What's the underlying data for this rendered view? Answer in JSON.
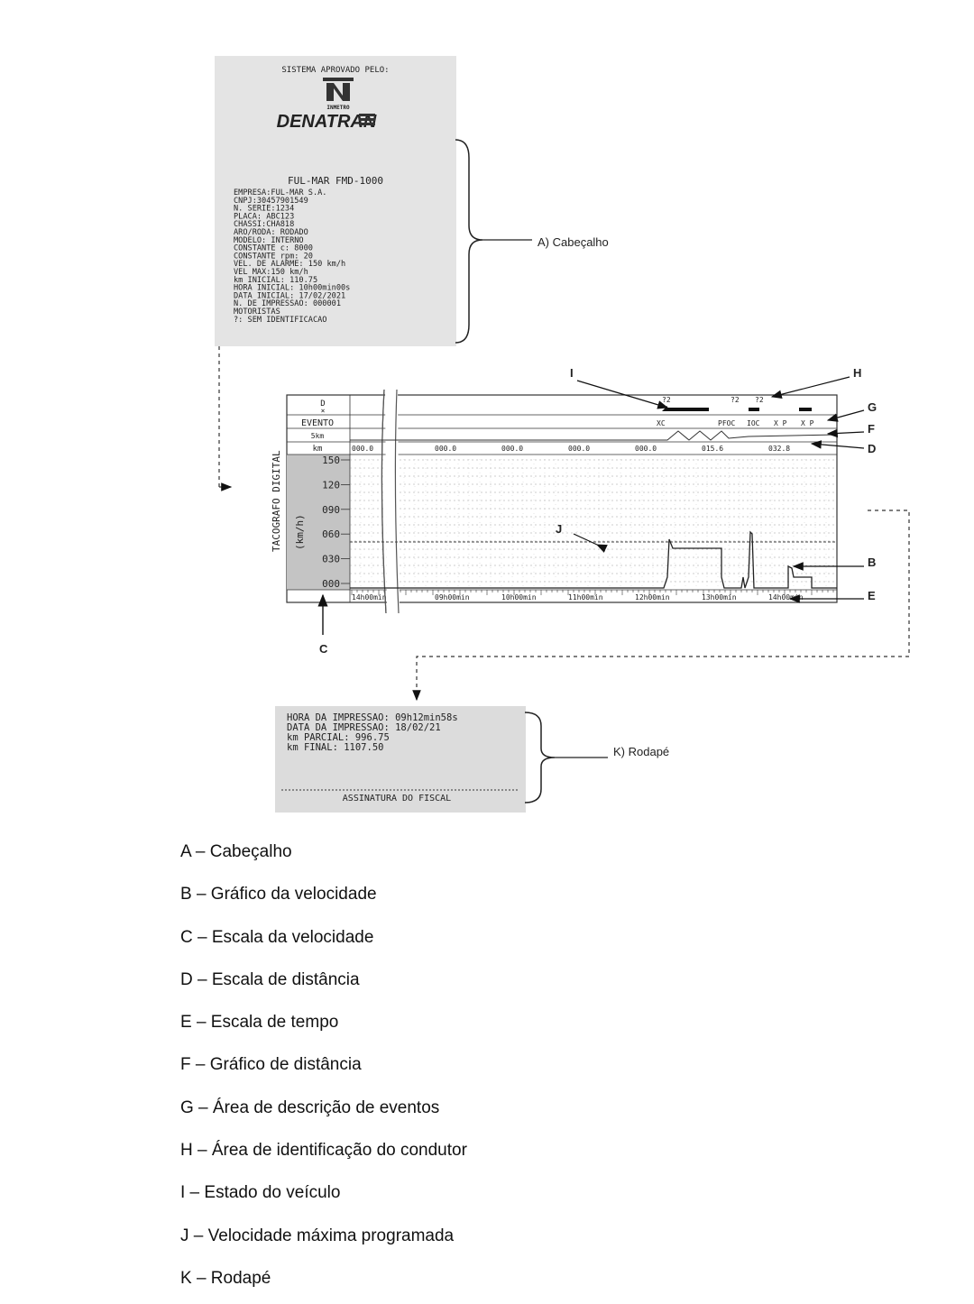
{
  "header_receipt": {
    "approved_line": "SISTEMA APROVADO PELO:",
    "logo_text": "DENATRAN",
    "logo_subtext": "INMETRO",
    "model_title": "FUL-MAR FMD-1000",
    "lines": [
      "EMPRESA:FUL-MAR S.A.",
      "CNPJ:30457901549",
      "N. SERIE:1234",
      "PLACA: ABC123",
      "CHASSI:CHA818",
      "ARO/RODA: RODADO",
      "MODELO: INTERNO",
      "CONSTANTE c: 8000",
      "CONSTANTE rpm: 20",
      "VEL. DE ALARME: 150 km/h",
      "VEL MAX:150 km/h",
      "km INICIAL: 110.75",
      "HORA INICIAL: 10h00min00s",
      "DATA INICIAL: 17/02/2021",
      "N. DE IMPRESSAO: 000001",
      "MOTORISTAS",
      "?: SEM IDENTIFICACAO"
    ]
  },
  "callouts": {
    "A": "A) Cabeçalho",
    "K": "K) Rodapé",
    "B": "B",
    "C": "C",
    "D": "D",
    "E": "E",
    "F": "F",
    "G": "G",
    "H": "H",
    "I": "I",
    "J": "J"
  },
  "tachograph": {
    "side_title": "TACOGRAFO DIGITAL",
    "unit_label": "(km/h)",
    "row_labels": {
      "driver": "D",
      "event": "EVENTO",
      "distance_scale": "5km",
      "km": "km"
    },
    "speed_ticks": [
      "150",
      "120",
      "090",
      "060",
      "030",
      "000"
    ],
    "km_ticks": [
      "000.0",
      "000.0",
      "000.0",
      "000.0",
      "000.0",
      "015.6",
      "032.8"
    ],
    "time_ticks": [
      "14h00min",
      "09h00min",
      "10h00min",
      "11h00min",
      "12h00min",
      "13h00min",
      "14h00min"
    ],
    "driver_marks": [
      "?2",
      "?2",
      "?2"
    ],
    "event_marks": [
      "XC",
      "PFOC",
      "IOC",
      "X P",
      "X P"
    ]
  },
  "footer_receipt": {
    "lines": [
      "HORA DA IMPRESSAO: 09h12min58s",
      "DATA DA IMPRESSAO: 18/02/21",
      "km PARCIAL: 996.75",
      "km FINAL: 1107.50"
    ],
    "signature": "ASSINATURA DO FISCAL"
  },
  "legend": [
    "A – Cabeçalho",
    "B – Gráfico da velocidade",
    "C – Escala da velocidade",
    "D – Escala de distância",
    "E – Escala de tempo",
    "F – Gráfico de distância",
    "G – Área de descrição de eventos",
    "H – Área de identificação do condutor",
    "I – Estado do veículo",
    "J – Velocidade máxima programada",
    "K – Rodapé"
  ]
}
